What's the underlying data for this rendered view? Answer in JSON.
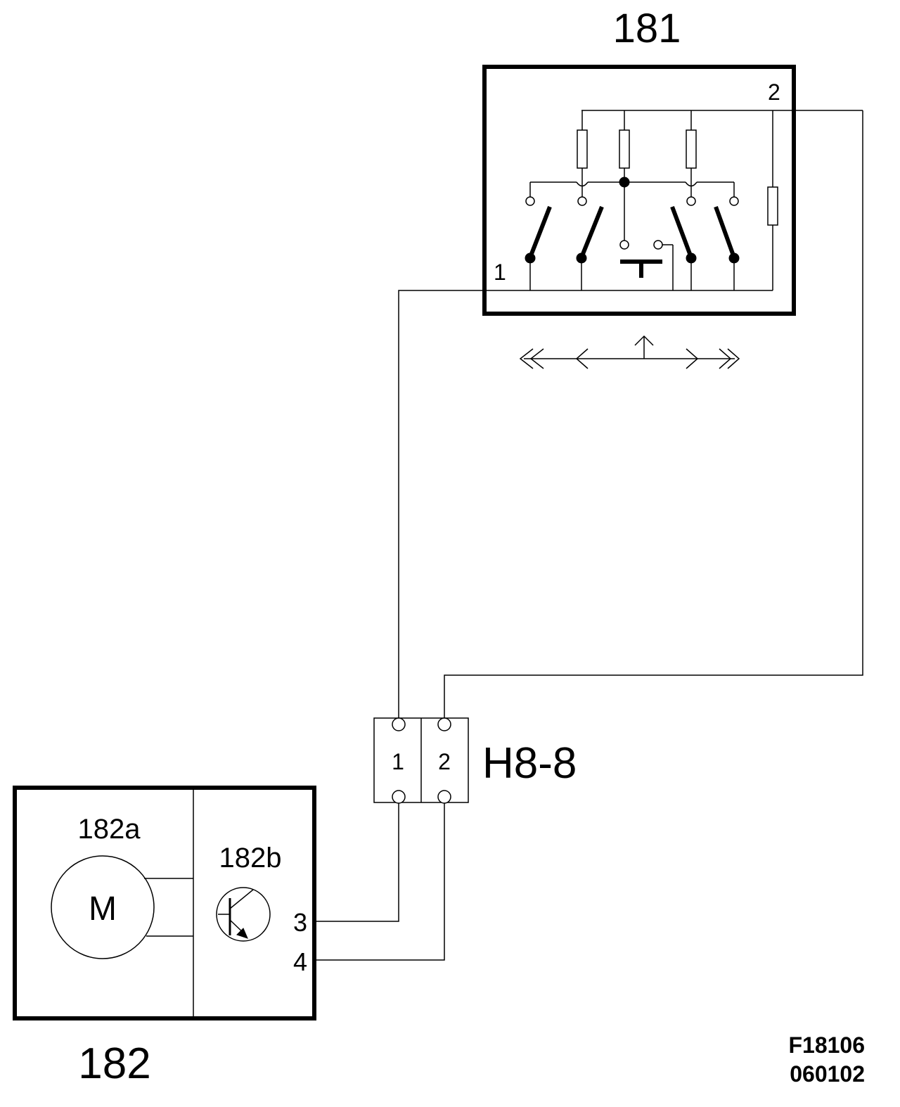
{
  "component_181": {
    "label": "181",
    "pin1": "1",
    "pin2": "2"
  },
  "component_182": {
    "label": "182",
    "pin3": "3",
    "pin4": "4"
  },
  "motor_182a": {
    "label": "182a",
    "symbol": "M"
  },
  "sensor_182b": {
    "label": "182b"
  },
  "connector": {
    "label": "H8-8",
    "pin1": "1",
    "pin2": "2"
  },
  "figure": {
    "code": "F18106",
    "date": "060102"
  }
}
